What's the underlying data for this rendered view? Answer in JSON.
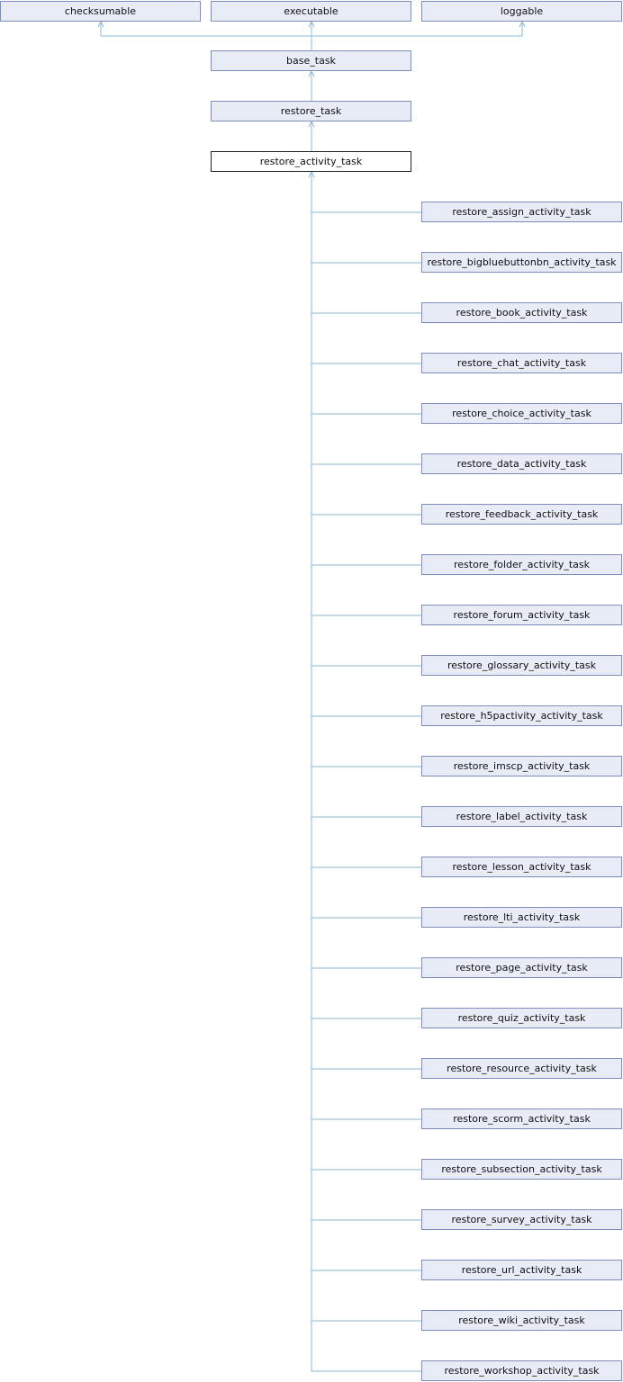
{
  "interfaces": [
    {
      "id": "checksumable",
      "label": "checksumable"
    },
    {
      "id": "executable",
      "label": "executable"
    },
    {
      "id": "loggable",
      "label": "loggable"
    }
  ],
  "chain": [
    {
      "id": "base_task",
      "label": "base_task"
    },
    {
      "id": "restore_task",
      "label": "restore_task"
    },
    {
      "id": "restore_activity_task",
      "label": "restore_activity_task",
      "focus": true
    }
  ],
  "subclasses": [
    "restore_assign_activity_task",
    "restore_bigbluebuttonbn_activity_task",
    "restore_book_activity_task",
    "restore_chat_activity_task",
    "restore_choice_activity_task",
    "restore_data_activity_task",
    "restore_feedback_activity_task",
    "restore_folder_activity_task",
    "restore_forum_activity_task",
    "restore_glossary_activity_task",
    "restore_h5pactivity_activity_task",
    "restore_imscp_activity_task",
    "restore_label_activity_task",
    "restore_lesson_activity_task",
    "restore_lti_activity_task",
    "restore_page_activity_task",
    "restore_quiz_activity_task",
    "restore_resource_activity_task",
    "restore_scorm_activity_task",
    "restore_subsection_activity_task",
    "restore_survey_activity_task",
    "restore_url_activity_task",
    "restore_wiki_activity_task",
    "restore_workshop_activity_task"
  ],
  "colors": {
    "node_fill": "#e8ecf6",
    "node_border": "#7f8fb9",
    "focus_fill": "#ffffff",
    "focus_border": "#222222",
    "edge": "#8fb8d8"
  }
}
